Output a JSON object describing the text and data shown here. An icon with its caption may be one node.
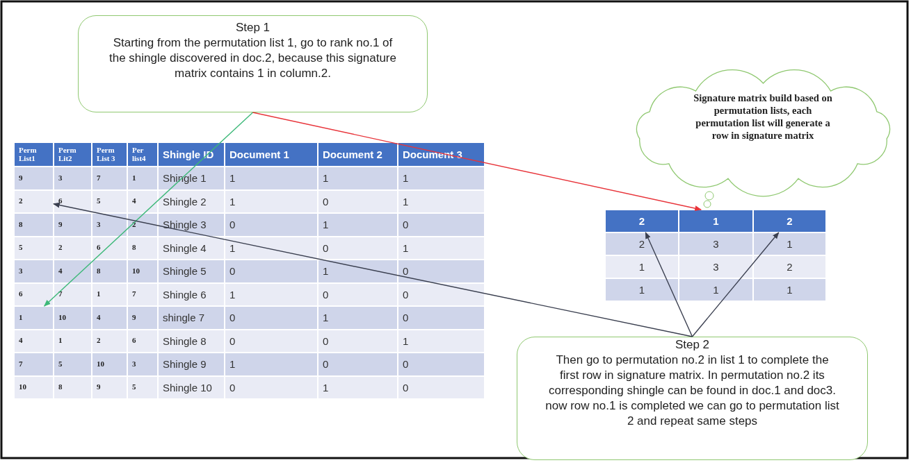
{
  "diagram": {
    "nodes": [
      {
        "text": [
          "Step 1",
          "Starting from the permutation list 1, go to rank no.1 of the shingle discovered in doc.2, because this signature matrix contains 1 in column.2."
        ]
      },
      {
        "text": [
          "Signature matrix build based on permutation lists, each permutation list will generate a row in signature matrix"
        ]
      },
      {
        "text": [
          "Step 2",
          "Then go to permutation no.2 in list 1 to complete the first row in signature matrix. In permutation no.2 its corresponding shingle can be found in doc.1 and doc3. now row no.1 is completed we can go to permutation list 2 and repeat same steps"
        ]
      },
      {
        "text": [
          "2"
        ]
      },
      {
        "text": [
          "1"
        ]
      },
      {
        "text": [
          "2"
        ]
      },
      {
        "text": [
          "1"
        ]
      },
      {
        "text": [
          "2"
        ]
      }
    ],
    "edges": [
      {
        "from": 0,
        "to": 4,
        "arrow": "to",
        "color": "#3cb878"
      },
      {
        "from": 0,
        "to": 6,
        "arrow": "to",
        "color": "#e8343a"
      },
      {
        "from": 2,
        "to": 3,
        "arrow": "to"
      },
      {
        "from": 2,
        "to": 5,
        "arrow": "to"
      },
      {
        "from": 2,
        "to": 7,
        "arrow": "to"
      }
    ],
    "labels": [
      "Perm List1",
      "Perm Lit2",
      "Perm List 3",
      "Per list4",
      "Shingle ID",
      "Document 1",
      "Document 2",
      "Document 3",
      "9",
      "3",
      "7",
      "1",
      "Shingle 1",
      "1",
      "1",
      "1",
      "6",
      "5",
      "4",
      "Shingle 2",
      "1",
      "0",
      "1",
      "8",
      "9",
      "3",
      "2",
      "Shingle 3",
      "0",
      "1",
      "0",
      "5",
      "2",
      "6",
      "8",
      "Shingle 4",
      "1",
      "0",
      "1",
      "3",
      "4",
      "8",
      "10",
      "Shingle 5",
      "0",
      "1",
      "0",
      "6",
      "7",
      "1",
      "7",
      "Shingle 6",
      "1",
      "0",
      "0",
      "10",
      "4",
      "9",
      "shingle 7",
      "0",
      "1",
      "0",
      "4",
      "1",
      "2",
      "6",
      "Shingle 8",
      "0",
      "0",
      "1",
      "7",
      "5",
      "10",
      "3",
      "Shingle 9",
      "1",
      "0",
      "0",
      "10",
      "8",
      "9",
      "5",
      "Shingle 10",
      "0",
      "1",
      "0",
      "2",
      "3",
      "1",
      "1",
      "3",
      "2",
      "1",
      "1",
      "1"
    ]
  }
}
